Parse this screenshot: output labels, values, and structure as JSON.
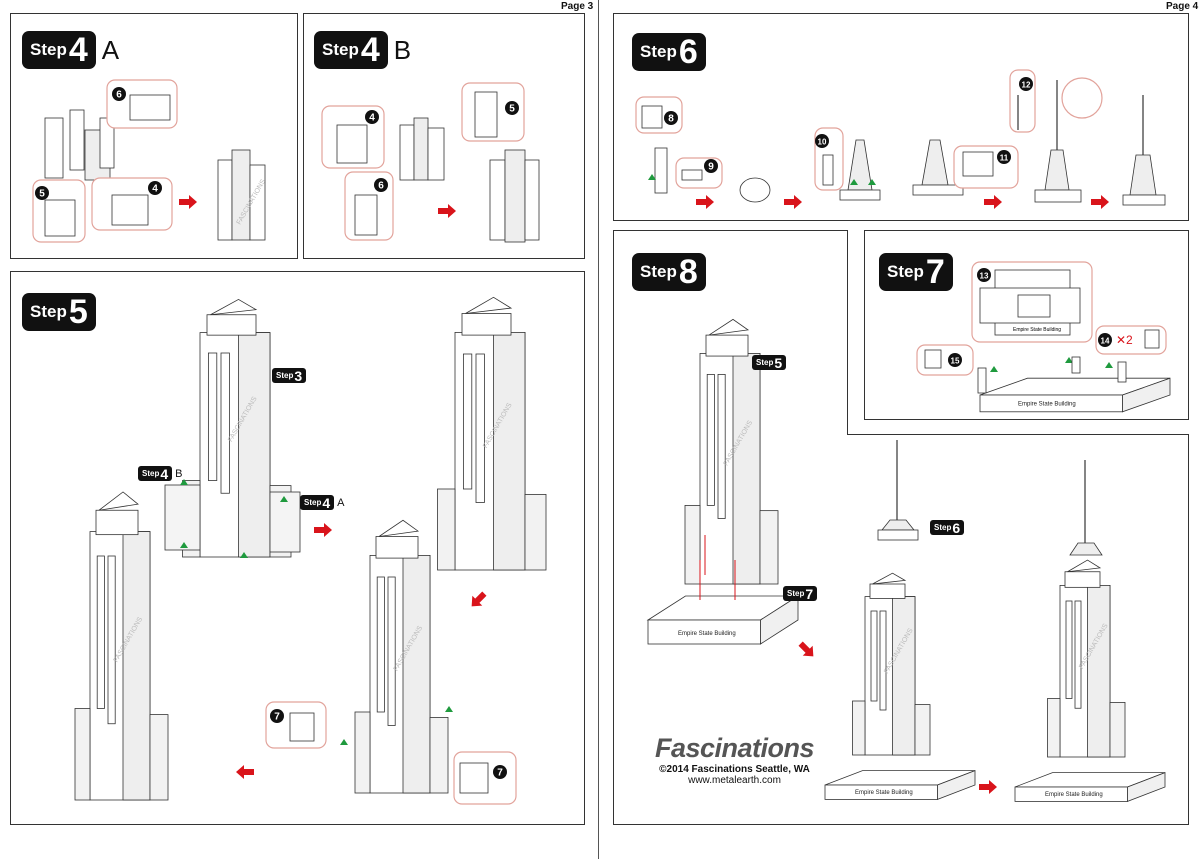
{
  "pages": [
    {
      "label": "Page 3"
    },
    {
      "label": "Page 4"
    }
  ],
  "step_word": "Step",
  "steps": [
    {
      "id": "4A",
      "number": "4",
      "letter": "A"
    },
    {
      "id": "4B",
      "number": "4",
      "letter": "B"
    },
    {
      "id": "5",
      "number": "5",
      "letter": ""
    },
    {
      "id": "6",
      "number": "6",
      "letter": ""
    },
    {
      "id": "8",
      "number": "8",
      "letter": ""
    },
    {
      "id": "7",
      "number": "7",
      "letter": ""
    }
  ],
  "references": [
    {
      "number": "3",
      "letter": ""
    },
    {
      "number": "4",
      "letter": "B"
    },
    {
      "number": "4",
      "letter": "A"
    },
    {
      "number": "5",
      "letter": ""
    },
    {
      "number": "7",
      "letter": ""
    },
    {
      "number": "6",
      "letter": ""
    }
  ],
  "part_numbers": [
    "4",
    "5",
    "6",
    "7",
    "8",
    "9",
    "10",
    "11",
    "12",
    "13",
    "14",
    "15"
  ],
  "multiplier": "✕2",
  "base_label": "Empire State Building",
  "watermark": "FASCINATIONS",
  "footer": {
    "brand": "Fascinations",
    "copyright": "©2014 Fascinations Seattle, WA",
    "url": "www.metalearth.com"
  },
  "colors": {
    "arrow": "#d9141b",
    "tab": "#1f9a3e",
    "callout": "#e2a39b",
    "badge": "#111111"
  }
}
